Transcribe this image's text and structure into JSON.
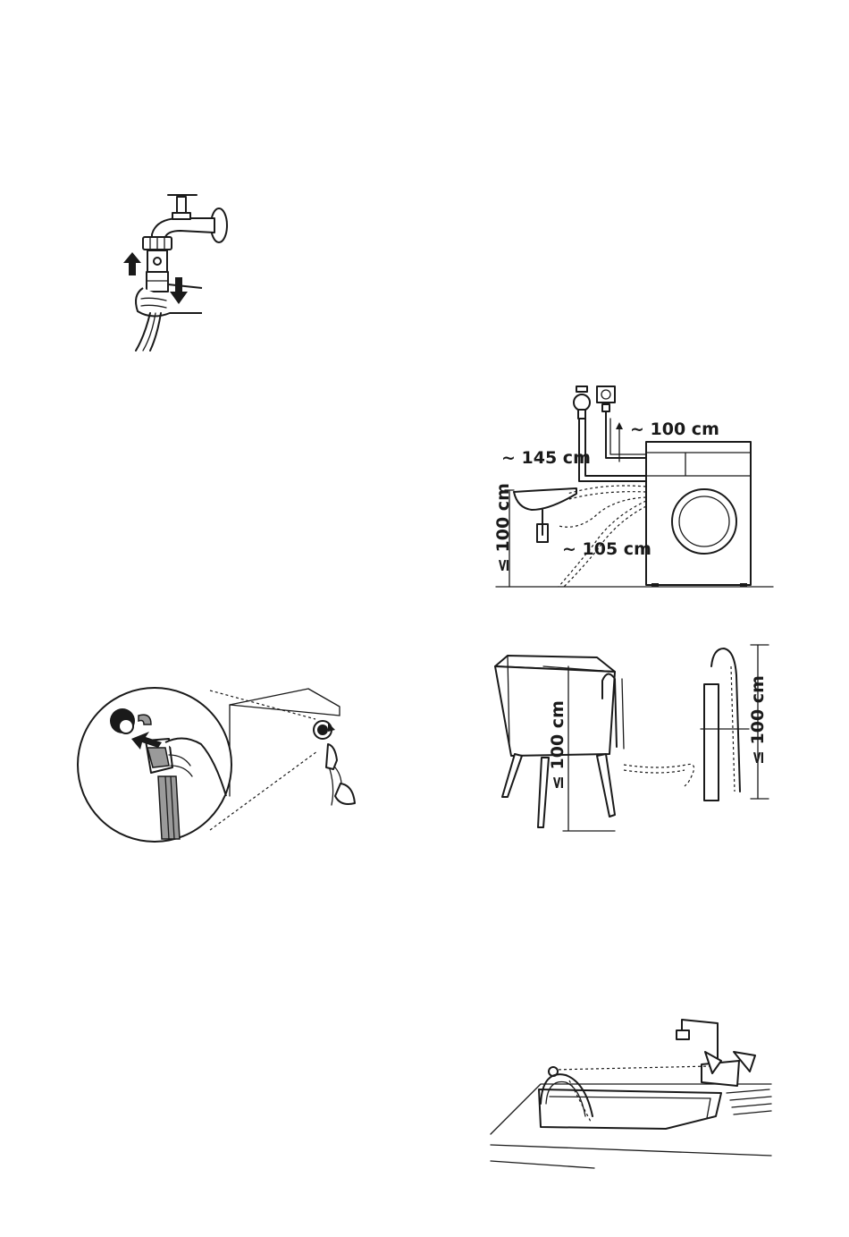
{
  "figures": {
    "installation_clearances": {
      "dim_hose_length": "~ 145 cm",
      "dim_cable_length": "~ 100 cm",
      "dim_drain_length": "~ 105 cm",
      "dim_max_height": "≤ 100 cm"
    },
    "drain_options": {
      "dim_tub_height": "≤ 100 cm",
      "dim_standpipe_height": "≤ 100 cm"
    }
  },
  "colors": {
    "ink": "#1a1a1a",
    "shade": "#9a9a9a",
    "paper": "#ffffff"
  }
}
